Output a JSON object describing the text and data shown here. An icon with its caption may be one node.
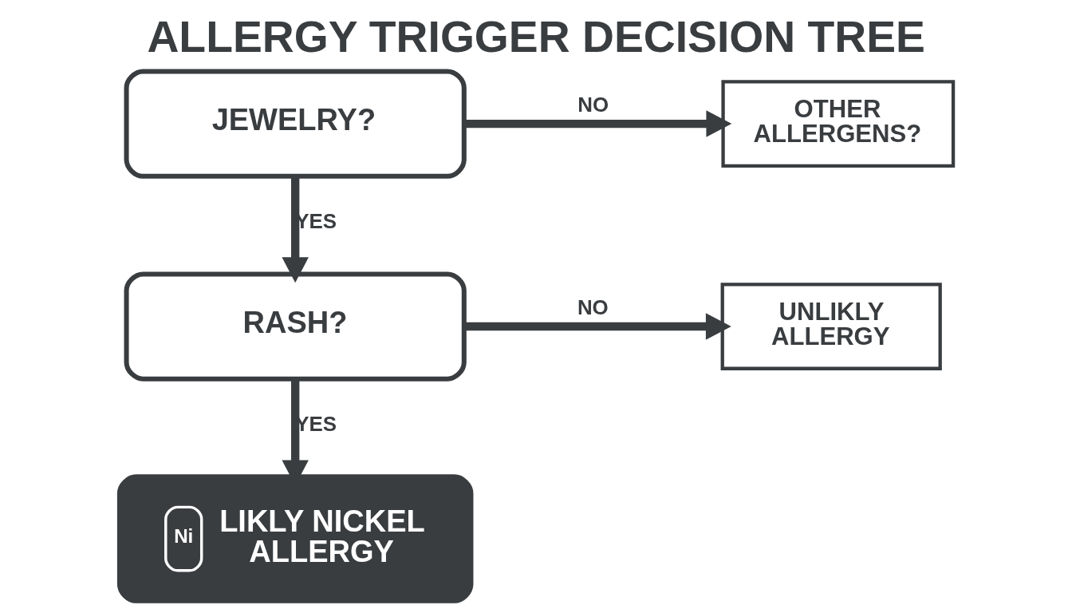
{
  "diagram": {
    "title": "ALLERGY TRIGGER DECISION TREE",
    "nodes": [
      {
        "text": [
          "JEWELRY?"
        ]
      },
      {
        "text": [
          "OTHER ALLERGENS?"
        ]
      },
      {
        "text": [
          "RASH?"
        ]
      },
      {
        "text": [
          "UNLIKLY ALLERGY"
        ]
      },
      {
        "text": [
          "Ni",
          "LIKLY NICKEL ALLERGY"
        ]
      }
    ],
    "edges": [
      {
        "from": 0,
        "to": 1,
        "arrow": "to",
        "label": "NO"
      },
      {
        "from": 0,
        "to": 2,
        "arrow": "to",
        "label": "YES"
      },
      {
        "from": 2,
        "to": 3,
        "arrow": "to",
        "label": "NO"
      },
      {
        "from": 2,
        "to": 4,
        "arrow": "to",
        "label": "YES"
      }
    ]
  }
}
